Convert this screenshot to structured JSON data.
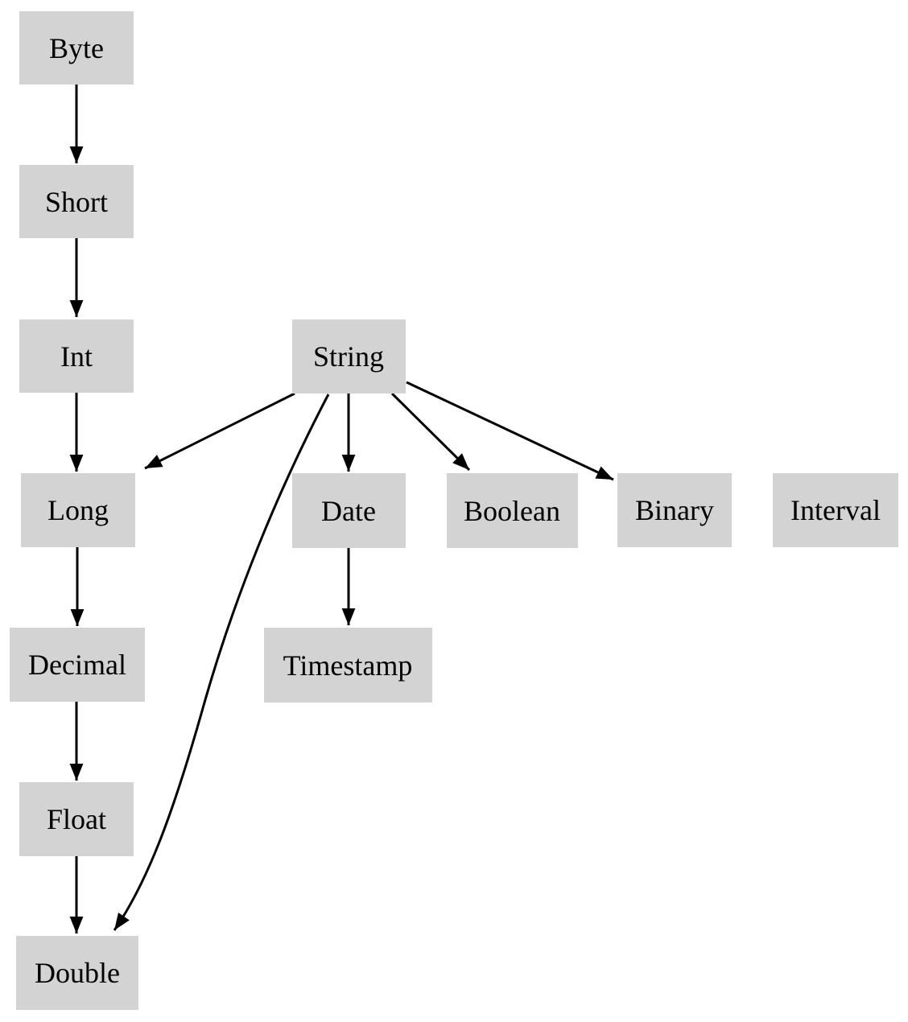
{
  "diagram": {
    "type": "directed-graph",
    "description": "Type coercion hierarchy diagram",
    "nodes": {
      "byte": {
        "label": "Byte"
      },
      "short": {
        "label": "Short"
      },
      "int": {
        "label": "Int"
      },
      "long": {
        "label": "Long"
      },
      "decimal": {
        "label": "Decimal"
      },
      "float": {
        "label": "Float"
      },
      "double": {
        "label": "Double"
      },
      "string": {
        "label": "String"
      },
      "date": {
        "label": "Date"
      },
      "timestamp": {
        "label": "Timestamp"
      },
      "boolean": {
        "label": "Boolean"
      },
      "binary": {
        "label": "Binary"
      },
      "interval": {
        "label": "Interval"
      }
    },
    "edges": [
      {
        "from": "Byte",
        "to": "Short"
      },
      {
        "from": "Short",
        "to": "Int"
      },
      {
        "from": "Int",
        "to": "Long"
      },
      {
        "from": "Long",
        "to": "Decimal"
      },
      {
        "from": "Decimal",
        "to": "Float"
      },
      {
        "from": "Float",
        "to": "Double"
      },
      {
        "from": "String",
        "to": "Long"
      },
      {
        "from": "String",
        "to": "Date"
      },
      {
        "from": "String",
        "to": "Boolean"
      },
      {
        "from": "String",
        "to": "Binary"
      },
      {
        "from": "String",
        "to": "Double"
      },
      {
        "from": "Date",
        "to": "Timestamp"
      }
    ],
    "colors": {
      "node_fill": "#d3d3d3",
      "edge": "#000000",
      "text": "#000000",
      "background": "#ffffff"
    }
  }
}
